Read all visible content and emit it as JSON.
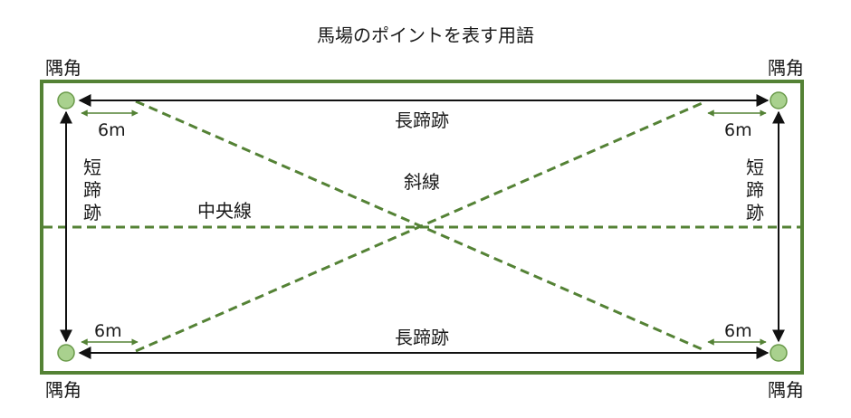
{
  "title": "馬場のポイントを表す用語",
  "labels": {
    "corner_top_left": "隅角",
    "corner_top_right": "隅角",
    "corner_bottom_left": "隅角",
    "corner_bottom_right": "隅角",
    "long_side_top": "長蹄跡",
    "long_side_bottom": "長蹄跡",
    "short_side_left": [
      "短",
      "蹄",
      "跡"
    ],
    "short_side_right": [
      "短",
      "蹄",
      "跡"
    ],
    "center_line": "中央線",
    "diagonal": "斜線",
    "distance_top_left": "6m",
    "distance_top_right": "6m",
    "distance_bottom_left": "6m",
    "distance_bottom_right": "6m"
  },
  "colors": {
    "arena_border": "#548235",
    "guide_dash": "#548235",
    "corner_fill": "#a9d18e",
    "corner_stroke": "#6a9a4a",
    "arrow": "#111111",
    "text": "#1a1a1a"
  }
}
